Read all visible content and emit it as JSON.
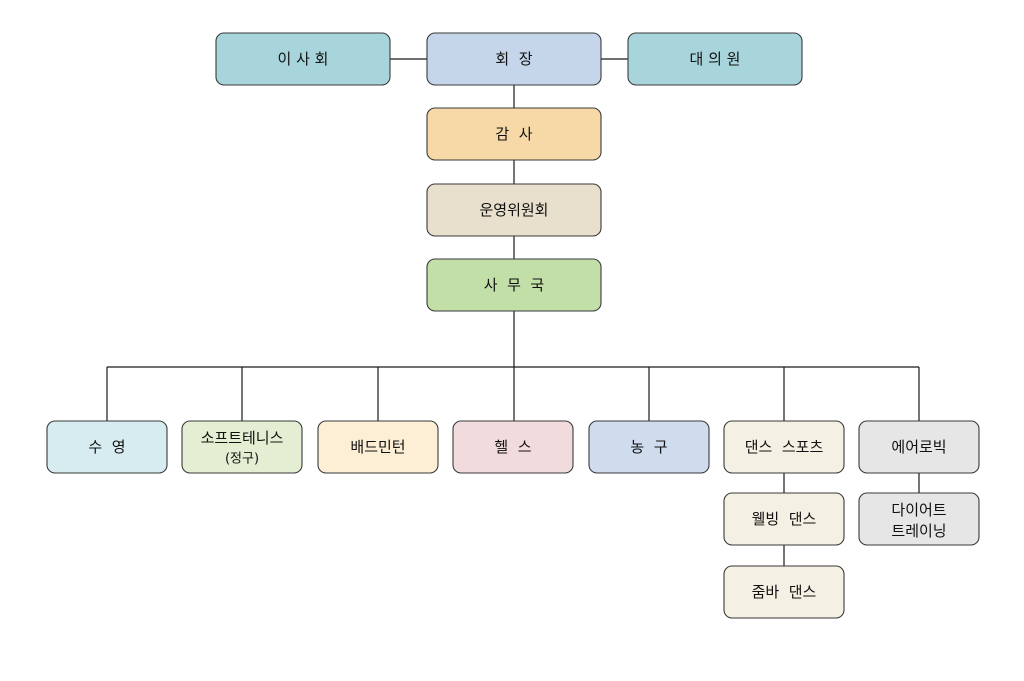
{
  "nodes": {
    "board": {
      "lines": [
        "이 사 회"
      ],
      "fill": "#a8d5dc"
    },
    "president": {
      "lines": [
        "회  장"
      ],
      "fill": "#c5d5ea"
    },
    "delegates": {
      "lines": [
        "대 의 원"
      ],
      "fill": "#a8d5dc"
    },
    "auditor": {
      "lines": [
        "감  사"
      ],
      "fill": "#f6d9a6"
    },
    "committee": {
      "lines": [
        "운영위원회"
      ],
      "fill": "#e8e0cc"
    },
    "secretariat": {
      "lines": [
        "사  무  국"
      ],
      "fill": "#c3dfa8"
    },
    "swimming": {
      "lines": [
        "수  영"
      ],
      "fill": "#d6ecf0"
    },
    "softtennis": {
      "lines": [
        "소프트테니스",
        "(정구)"
      ],
      "fill": "#e3eed3"
    },
    "badminton": {
      "lines": [
        "배드민턴"
      ],
      "fill": "#fcefd6"
    },
    "health": {
      "lines": [
        "헬  스"
      ],
      "fill": "#f2dbdc"
    },
    "basketball": {
      "lines": [
        "농  구"
      ],
      "fill": "#cfdcee"
    },
    "dancesport": {
      "lines": [
        "댄스  스포츠"
      ],
      "fill": "#f5f0e4"
    },
    "aerobic": {
      "lines": [
        "에어로빅"
      ],
      "fill": "#e6e6e6"
    },
    "wellbeing": {
      "lines": [
        "웰빙  댄스"
      ],
      "fill": "#f5f0e4"
    },
    "zumba": {
      "lines": [
        "줌바  댄스"
      ],
      "fill": "#f5f0e4"
    },
    "diet": {
      "lines": [
        "다이어트",
        "트레이닝"
      ],
      "fill": "#e6e6e6"
    }
  }
}
